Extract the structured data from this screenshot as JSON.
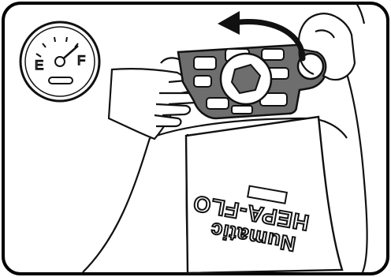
{
  "gauge": {
    "empty_label": "E",
    "full_label": "F"
  },
  "bag_print": {
    "brand_line": "Numatic",
    "product_line": "HEPA-FLO"
  },
  "colors": {
    "outline": "#111111",
    "plate_fill": "#6e6e6e",
    "paper": "#ffffff",
    "frame_stroke": "#000000"
  }
}
